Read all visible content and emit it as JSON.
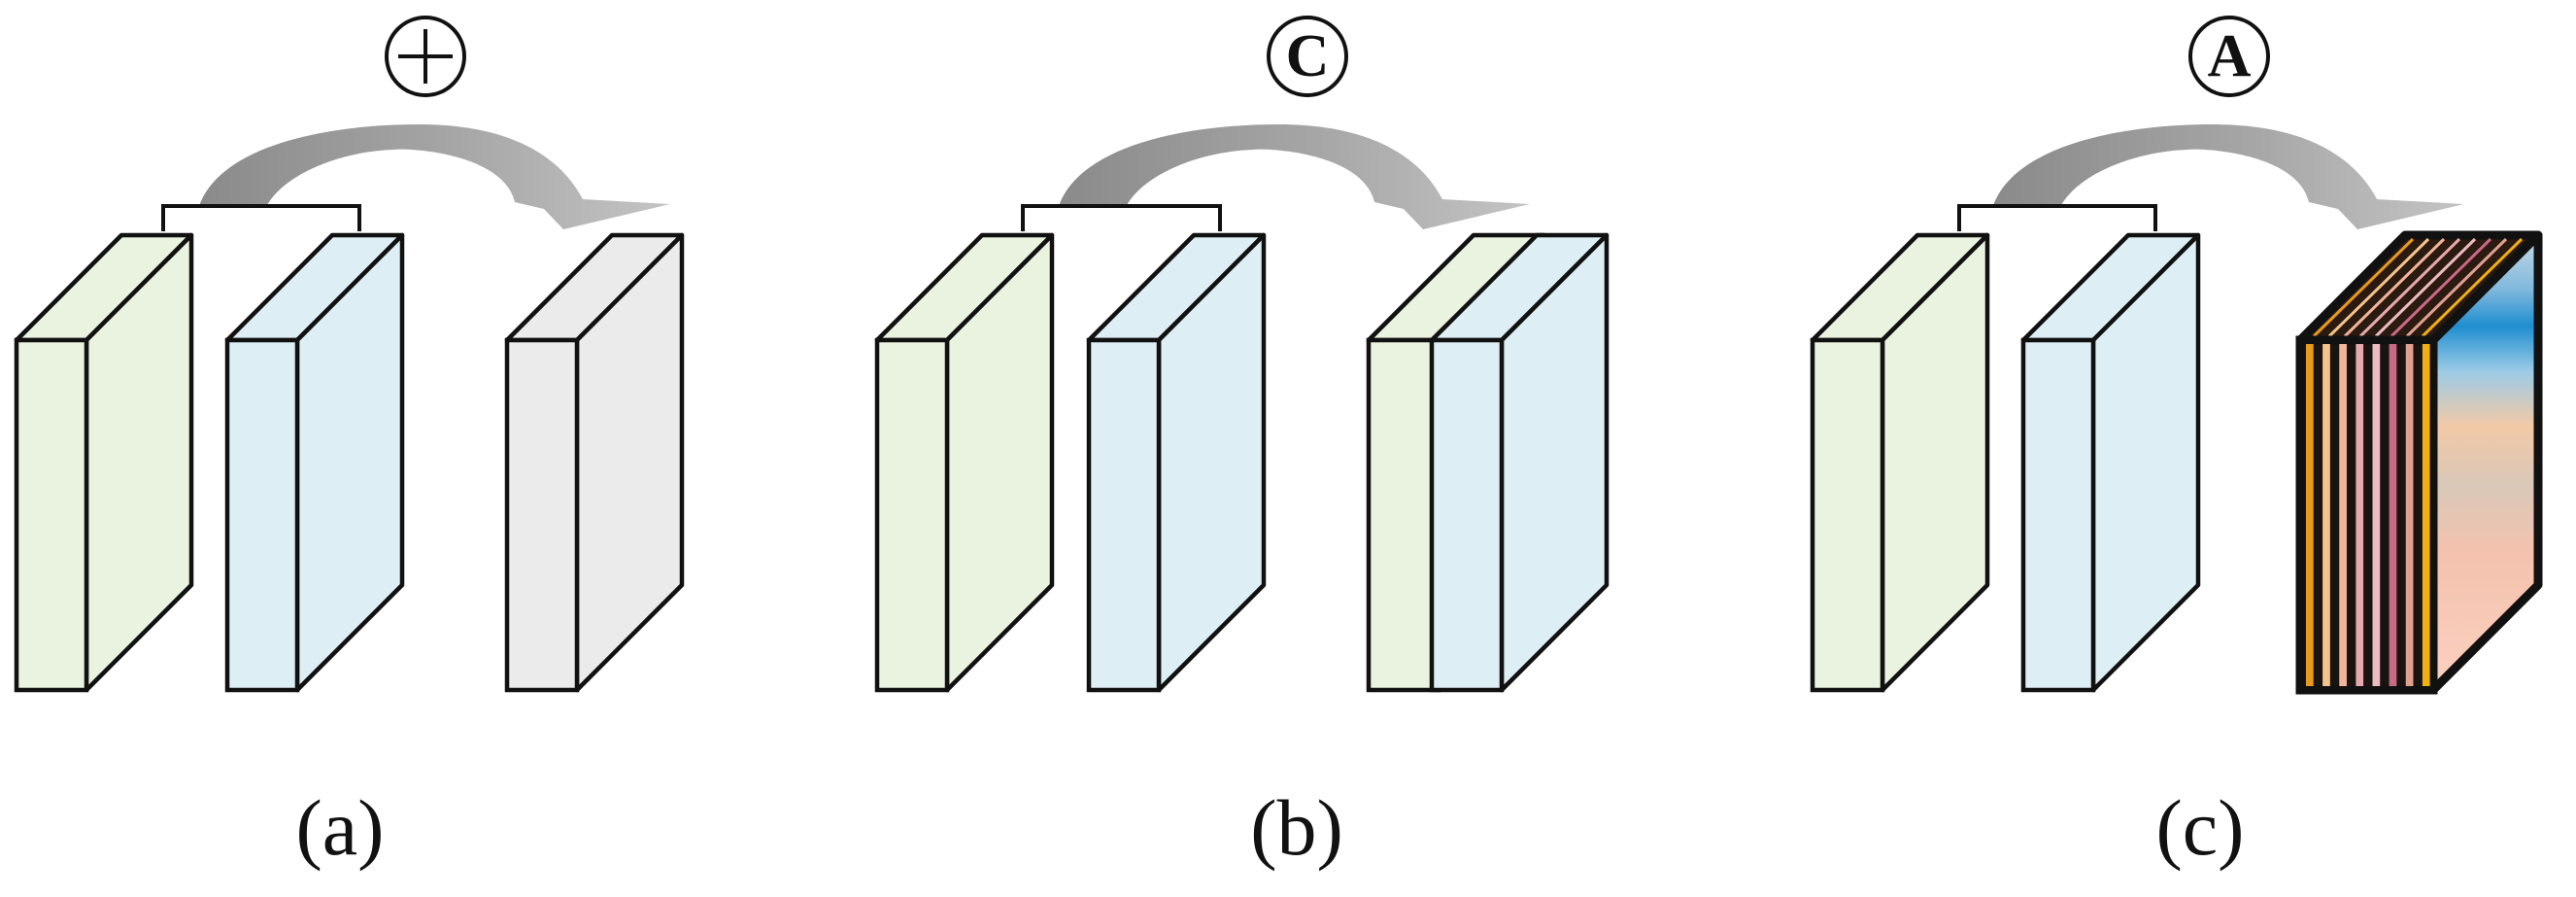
{
  "panels": [
    {
      "id": "a",
      "caption": "(a)",
      "operator_symbol": "+",
      "operator_style": "plus-circle",
      "inputs": [
        "feature-map-green",
        "feature-map-blue"
      ],
      "output": "feature-map-gray"
    },
    {
      "id": "b",
      "caption": "(b)",
      "operator_symbol": "C",
      "operator_style": "letter-circle",
      "inputs": [
        "feature-map-green",
        "feature-map-blue"
      ],
      "output": "concatenated-green-blue"
    },
    {
      "id": "c",
      "caption": "(c)",
      "operator_symbol": "A",
      "operator_style": "letter-circle",
      "inputs": [
        "feature-map-green",
        "feature-map-blue"
      ],
      "output": "attention-weighted-map"
    }
  ],
  "colors": {
    "green_face": "#eaf2e0",
    "blue_face": "#deeef5",
    "gray_face": "#ebebeb",
    "outline": "#111111",
    "arrow_dark": "#8c8c8c",
    "arrow_light": "#bdbdbd",
    "stripes": [
      "#e89a1c",
      "#f5c48c",
      "#f2b59a",
      "#e7a9ab",
      "#ecbcc0",
      "#c86a86",
      "#e0a090",
      "#f0b010"
    ]
  }
}
